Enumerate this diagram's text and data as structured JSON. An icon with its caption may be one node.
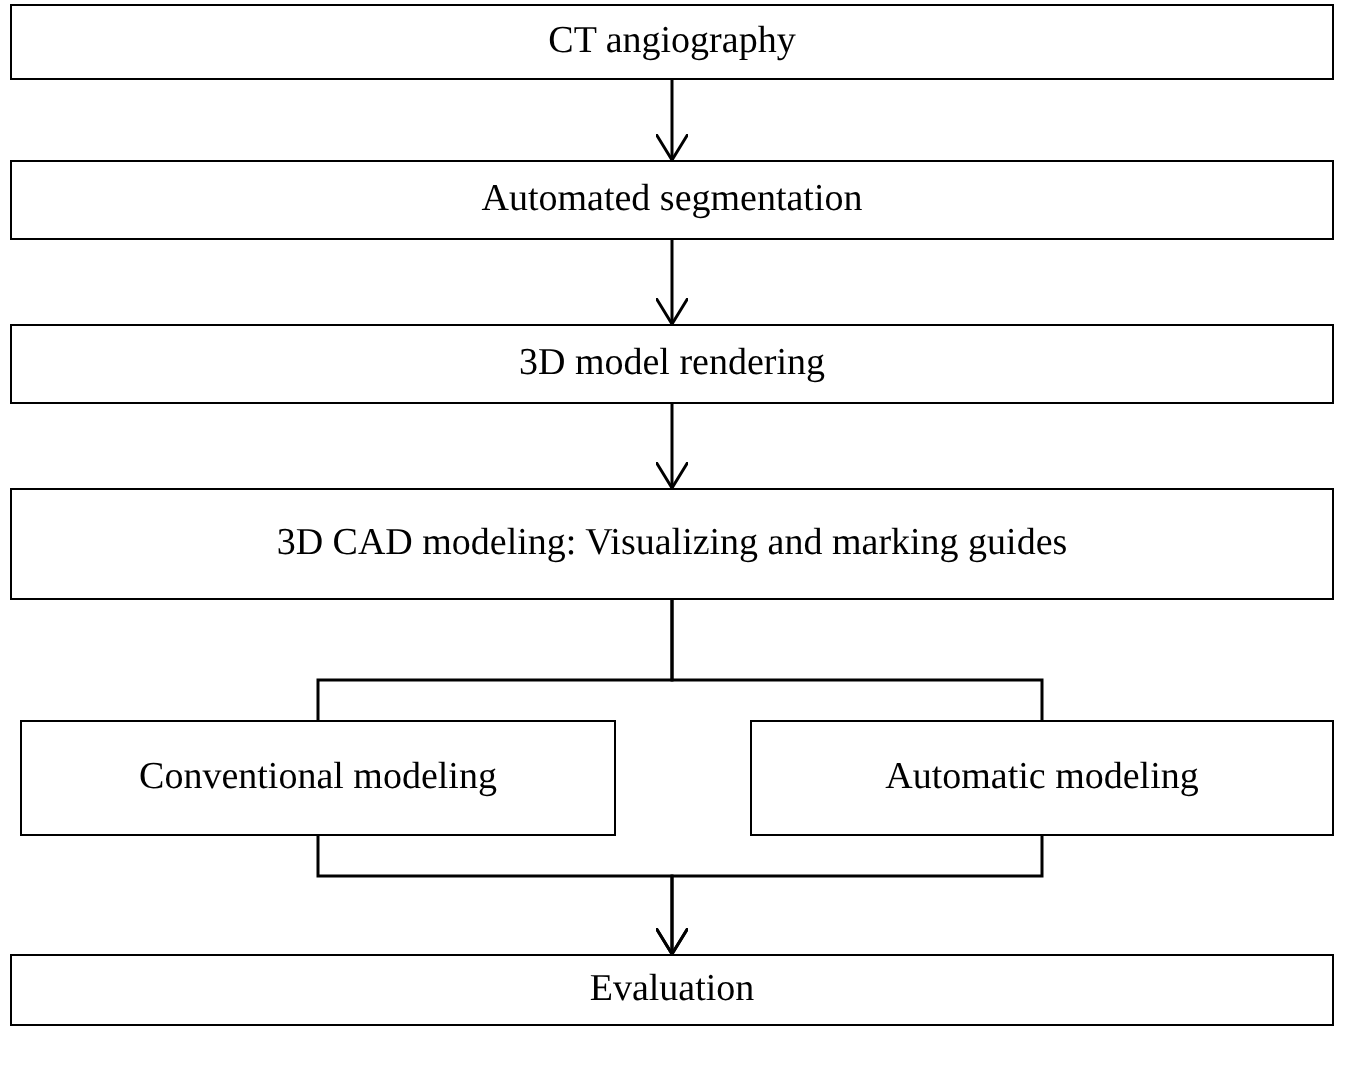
{
  "diagram": {
    "nodes": [
      {
        "text": [
          "CT angiography"
        ]
      },
      {
        "text": [
          "Automated segmentation"
        ]
      },
      {
        "text": [
          "3D model rendering"
        ]
      },
      {
        "text": [
          "3D CAD modeling: Visualizing and marking guides"
        ]
      },
      {
        "text": [
          "Conventional modeling"
        ]
      },
      {
        "text": [
          "Automatic modeling"
        ]
      },
      {
        "text": [
          "Evaluation"
        ]
      }
    ],
    "edges": [
      {
        "from": 0,
        "to": 1,
        "arrow": "to"
      },
      {
        "from": 1,
        "to": 2,
        "arrow": "to"
      },
      {
        "from": 2,
        "to": 3,
        "arrow": "to"
      },
      {
        "from": 3,
        "to": 4,
        "arrow": "none"
      },
      {
        "from": 3,
        "to": 5,
        "arrow": "none"
      },
      {
        "from": 4,
        "to": 6,
        "arrow": "to"
      },
      {
        "from": 5,
        "to": 6,
        "arrow": "to"
      }
    ]
  }
}
